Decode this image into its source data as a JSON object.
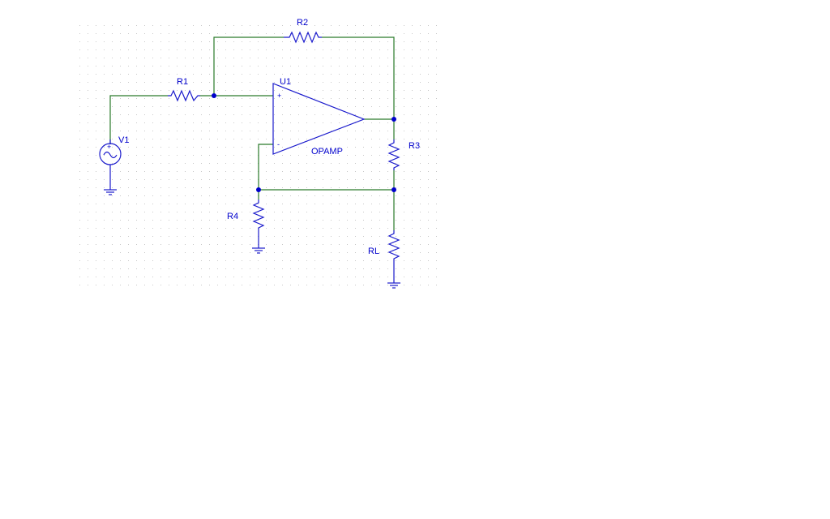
{
  "colors": {
    "wire": "#2a7a2a",
    "part": "#1a1acc",
    "node": "#0000cc",
    "text": "#0000cc",
    "grid": "#c8c8c8"
  },
  "components": {
    "v1": {
      "ref": "V1",
      "icon": "ac-voltage-source-icon"
    },
    "r1": {
      "ref": "R1",
      "icon": "resistor-icon"
    },
    "r2": {
      "ref": "R2",
      "icon": "resistor-icon"
    },
    "r3": {
      "ref": "R3",
      "icon": "resistor-icon"
    },
    "r4": {
      "ref": "R4",
      "icon": "resistor-icon"
    },
    "rl": {
      "ref": "RL",
      "icon": "resistor-icon"
    },
    "u1": {
      "ref": "U1",
      "value": "OPAMP",
      "plus": "+",
      "minus": "-",
      "icon": "opamp-icon"
    }
  }
}
